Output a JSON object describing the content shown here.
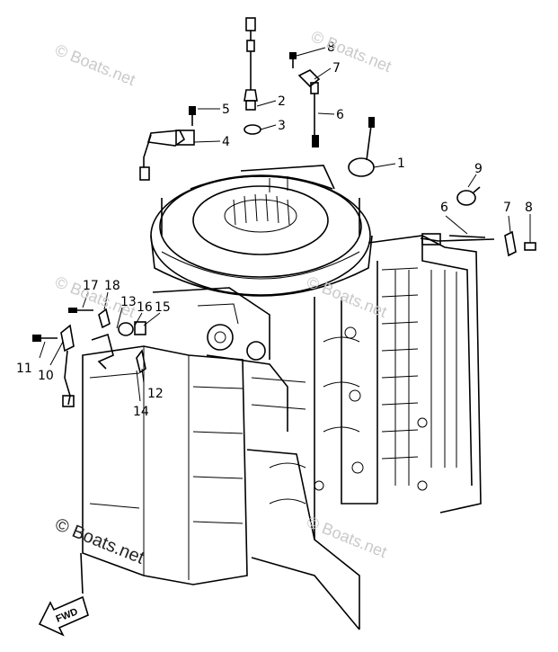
{
  "watermark": {
    "text": "© Boats.net"
  },
  "callouts": [
    "1",
    "2",
    "3",
    "4",
    "5",
    "6",
    "7",
    "8",
    "9",
    "10",
    "11",
    "12",
    "13",
    "14",
    "15",
    "16",
    "17",
    "18"
  ],
  "fwd_label": "FWD"
}
